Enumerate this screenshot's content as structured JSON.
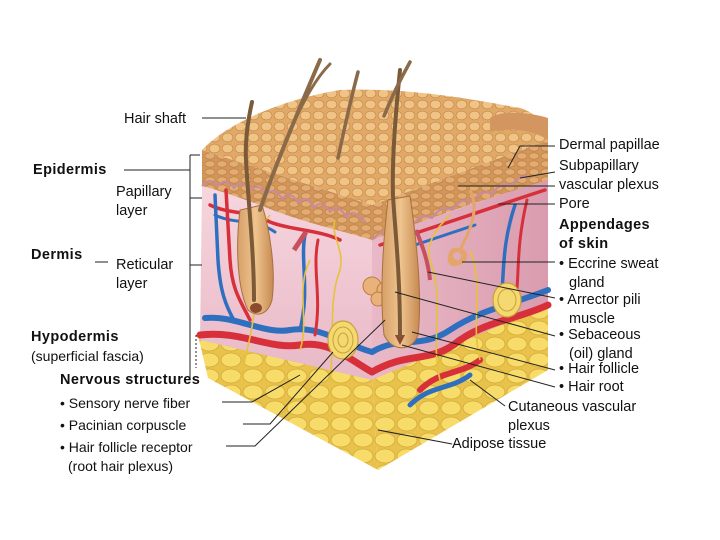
{
  "labels": {
    "hair_shaft": "Hair shaft",
    "epidermis": "Epidermis",
    "papillary_layer_1": "Papillary",
    "papillary_layer_2": "layer",
    "dermis": "Dermis",
    "reticular_layer_1": "Reticular",
    "reticular_layer_2": "layer",
    "hypodermis": "Hypodermis",
    "superficial_fascia": "(superficial fascia)",
    "nervous_structures": "Nervous structures",
    "sensory_nerve_fiber": "• Sensory nerve fiber",
    "pacinian_corpuscle": "• Pacinian corpuscle",
    "hair_follicle_receptor_1": "• Hair follicle receptor",
    "hair_follicle_receptor_2": "(root hair plexus)",
    "dermal_papillae": "Dermal papillae",
    "subpapillary_1": "Subpapillary",
    "subpapillary_2": "vascular plexus",
    "pore": "Pore",
    "appendages_1": "Appendages",
    "appendages_2": "of skin",
    "eccrine_1": "• Eccrine sweat",
    "eccrine_2": "gland",
    "arrector_1": "• Arrector pili",
    "arrector_2": "muscle",
    "sebaceous_1": "• Sebaceous",
    "sebaceous_2": "(oil) gland",
    "hair_follicle": "• Hair follicle",
    "hair_root": "• Hair root",
    "cutaneous_1": "Cutaneous vascular",
    "cutaneous_2": "plexus",
    "adipose": "Adipose tissue"
  },
  "colors": {
    "epidermis_tan": "#e3b06e",
    "dermis_pink": "#f1cdd6",
    "fat_yellow": "#f4d25a",
    "artery_red": "#d8303a",
    "vein_blue": "#2f6fc0",
    "nerve_yellow": "#e6c23a",
    "hair_brown": "#7a5a38"
  }
}
